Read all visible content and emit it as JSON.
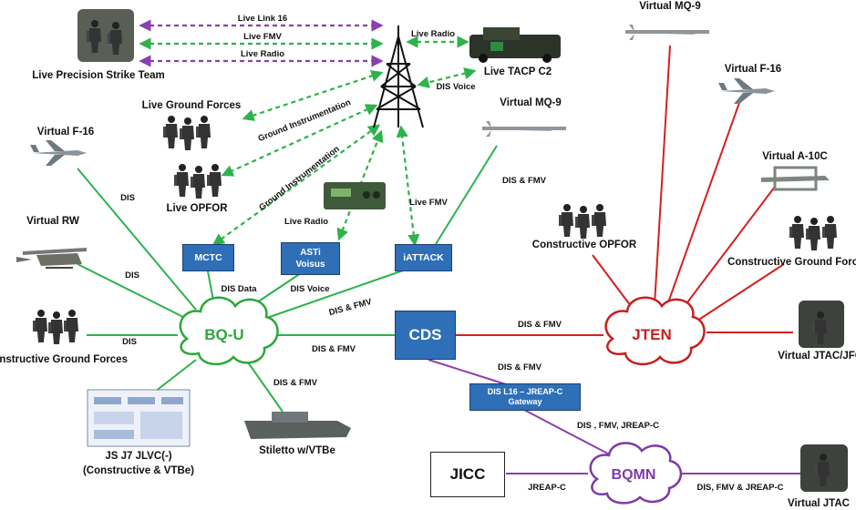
{
  "colors": {
    "green": "#2db34a",
    "purple": "#8a3fb0",
    "red": "#d42020",
    "blue_box": "#2f6fb8",
    "blue_box_border": "#1b3f70",
    "cloud_green": "#2aa83a",
    "cloud_red": "#c81e1e",
    "cloud_purple": "#7d3aa8",
    "text": "#111111"
  },
  "hubs": {
    "bqu": "BQ-U",
    "jten": "JTEN",
    "bqmn": "BQMN",
    "cds": "CDS",
    "jicc": "JICC"
  },
  "boxes": {
    "mctc": "MCTC",
    "asti": "ASTi Voisus",
    "iattack": "iATTACK",
    "gateway": "DIS L16 – JREAP-C Gateway"
  },
  "nodes": {
    "live_precision": "Live Precision Strike Team",
    "live_tacp": "Live TACP C2",
    "live_ground_forces": "Live Ground Forces",
    "live_opfor": "Live OPFOR",
    "virtual_f16_left": "Virtual F-16",
    "virtual_rw": "Virtual RW",
    "constructive_ground_left": "Constructive Ground Forces",
    "js_j7": "JS J7 JLVC(-)",
    "js_j7_sub": "(Constructive & VTBe)",
    "stiletto": "Stiletto w/VTBe",
    "virtual_mq9_center": "Virtual MQ-9",
    "virtual_mq9_right": "Virtual MQ-9",
    "virtual_f16_right": "Virtual F-16",
    "virtual_a10c": "Virtual A-10C",
    "constructive_opfor": "Constructive OPFOR",
    "constructive_ground_right": "Constructive Ground Forces",
    "virtual_jtac_jfo": "Virtual JTAC/JFO",
    "virtual_jtac": "Virtual JTAC"
  },
  "links": {
    "live_link16": "Live Link 16",
    "live_fmv": "Live FMV",
    "live_radio_top": "Live Radio",
    "live_radio_tacp": "Live Radio",
    "dis_voice_tacp": "DIS Voice",
    "ground_instr_1": "Ground Instrumentation",
    "ground_instr_2": "Ground Instrumentation",
    "live_radio_asti": "Live Radio",
    "live_fmv_iattack": "Live FMV",
    "dis_mq9": "DIS & FMV",
    "dis_f16": "DIS",
    "dis_rw": "DIS",
    "dis_cgf": "DIS",
    "dis_data": "DIS Data",
    "dis_voice": "DIS Voice",
    "dis_fmv_iattack": "DIS & FMV",
    "dis_fmv_cds": "DIS & FMV",
    "dis_fmv_stiletto": "DIS & FMV",
    "dis_fmv_jten": "DIS & FMV",
    "dis_fmv_gateway": "DIS & FMV",
    "dis_fmv_jreap": "DIS , FMV, JREAP-C",
    "jreap_c": "JREAP-C",
    "dis_fmv_jreap_jtac": "DIS, FMV & JREAP-C"
  }
}
